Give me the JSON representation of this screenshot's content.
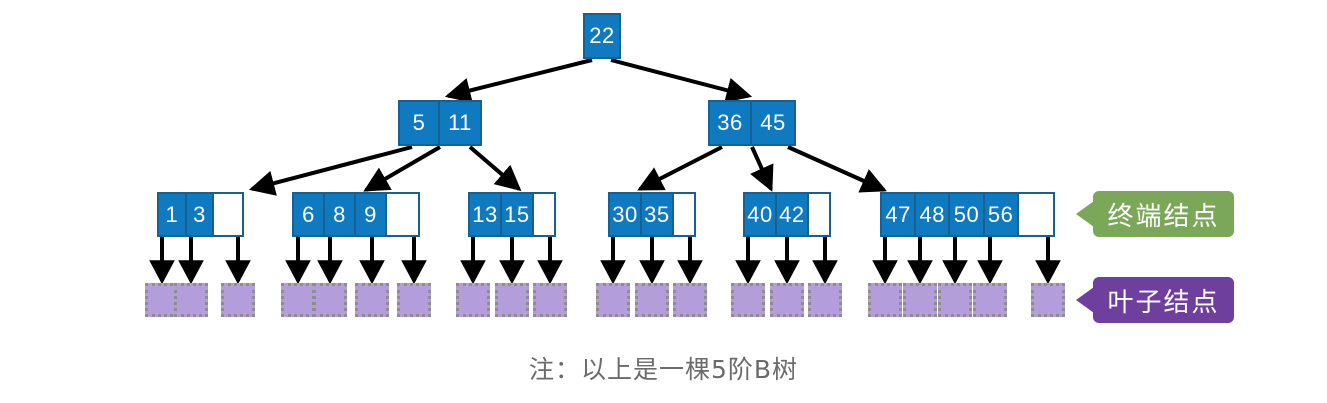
{
  "diagram": {
    "title": "B-tree structure diagram",
    "caption": "注：以上是一棵5阶B树",
    "colors": {
      "node_fill": "#0f7ac0",
      "node_border": "#17608f",
      "node_text": "#ffffff",
      "leaf_fill": "#b39ddb",
      "leaf_border": "#8d8d8d",
      "edge": "#000000",
      "terminal_badge": "#7ba758",
      "leaf_badge": "#6f3f9e",
      "caption_text": "#6b6b6b",
      "background": "#ffffff"
    }
  },
  "tree": {
    "levels": [
      {
        "name": "root",
        "nodes": [
          {
            "id": "root",
            "keys": [
              "22"
            ],
            "empty_cells": 0
          }
        ]
      },
      {
        "name": "internal",
        "nodes": [
          {
            "id": "n-5-11",
            "keys": [
              "5",
              "11"
            ],
            "empty_cells": 0
          },
          {
            "id": "n-36-45",
            "keys": [
              "36",
              "45"
            ],
            "empty_cells": 0
          }
        ]
      },
      {
        "name": "terminal",
        "nodes": [
          {
            "id": "t-1-3",
            "keys": [
              "1",
              "3"
            ],
            "empty_cells": 1
          },
          {
            "id": "t-6-8-9",
            "keys": [
              "6",
              "8",
              "9"
            ],
            "empty_cells": 1
          },
          {
            "id": "t-13-15",
            "keys": [
              "13",
              "15"
            ],
            "empty_cells": 1
          },
          {
            "id": "t-30-35",
            "keys": [
              "30",
              "35"
            ],
            "empty_cells": 1
          },
          {
            "id": "t-40-42",
            "keys": [
              "40",
              "42"
            ],
            "empty_cells": 1
          },
          {
            "id": "t-47-48-50-56",
            "keys": [
              "47",
              "48",
              "50",
              "56"
            ],
            "empty_cells": 1
          }
        ]
      }
    ],
    "leaf_groups": [
      {
        "parent": "t-1-3",
        "count": 3
      },
      {
        "parent": "t-6-8-9",
        "count": 4
      },
      {
        "parent": "t-13-15",
        "count": 3
      },
      {
        "parent": "t-30-35",
        "count": 3
      },
      {
        "parent": "t-40-42",
        "count": 3
      },
      {
        "parent": "t-47-48-50-56",
        "count": 5
      }
    ],
    "leaf_total": 21
  },
  "legend": {
    "terminal": {
      "label": "终端结点",
      "color": "#7ba758"
    },
    "leaf": {
      "label": "叶子结点",
      "color": "#6f3f9e"
    }
  }
}
